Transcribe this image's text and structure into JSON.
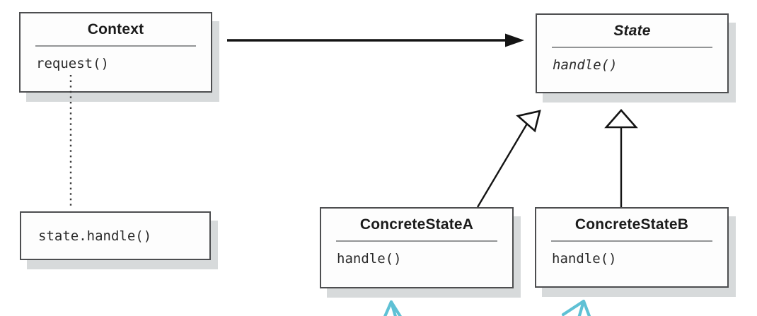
{
  "classes": {
    "context": {
      "name": "Context",
      "method": "request()"
    },
    "state": {
      "name": "State",
      "method": "handle()"
    },
    "concrete_a": {
      "name": "ConcreteStateA",
      "method": "handle()"
    },
    "concrete_b": {
      "name": "ConcreteStateB",
      "method": "handle()"
    }
  },
  "note": {
    "text": "state.handle()"
  },
  "relations": {
    "association": {
      "from": "Context",
      "to": "State",
      "style": "solid-filled-arrow"
    },
    "dependency": {
      "from": "request()",
      "to": "state.handle()",
      "style": "dotted-line"
    },
    "inheritance_a": {
      "from": "ConcreteStateA",
      "to": "State",
      "style": "hollow-triangle-arrow"
    },
    "inheritance_b": {
      "from": "ConcreteStateB",
      "to": "State",
      "style": "hollow-triangle-arrow"
    }
  },
  "colors": {
    "box_border": "#4d4e50",
    "box_fill": "#fdfdfd",
    "shadow": "#d7dadb",
    "line": "#141414",
    "separator": "#939596",
    "annotation_arrow": "#5fc1d5"
  }
}
